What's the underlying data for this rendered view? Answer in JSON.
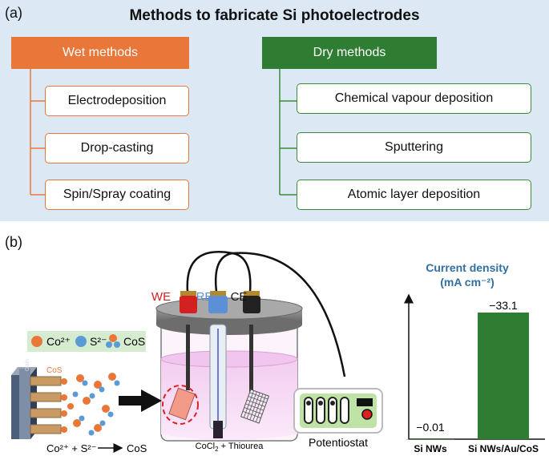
{
  "panel_a": {
    "label": "(a)",
    "title": "Methods to fabricate Si photoelectrodes",
    "wet": {
      "header": "Wet methods",
      "items": [
        "Electrodeposition",
        "Drop-casting",
        "Spin/Spray coating"
      ]
    },
    "dry": {
      "header": "Dry methods",
      "items": [
        "Chemical vapour deposition",
        "Sputtering",
        "Atomic layer deposition"
      ]
    }
  },
  "panel_b": {
    "label": "(b)",
    "electrodes": {
      "we": "WE",
      "re": "RE",
      "ce": "CE"
    },
    "legend": {
      "co": "Co²⁺",
      "s": "S²⁻",
      "cos": "CoS"
    },
    "electrode_substrate": "GaIn",
    "cos_label": "CoS",
    "reaction": {
      "left": "Co²⁺ + S²⁻",
      "right": "CoS"
    },
    "solution_label": {
      "prefix": "CoCl",
      "sub": "2",
      "suffix": " + Thiourea"
    },
    "potentiostat": "Potentiostat",
    "colors": {
      "we": "#d32020",
      "re": "#5b8fd6",
      "ce": "#222222",
      "co_ion": "#e87739",
      "s_ion": "#5b9bd5",
      "bar": "#2e7d32",
      "title_blue": "#2f6fa3"
    }
  },
  "chart_data": {
    "type": "bar",
    "title": "Current density",
    "ylabel": "(mA cm⁻²)",
    "categories": [
      "Si NWs",
      "Si NWs/Au/CoS"
    ],
    "values": [
      -0.01,
      -33.1
    ],
    "data_labels": [
      "−0.01",
      "−33.1"
    ]
  }
}
